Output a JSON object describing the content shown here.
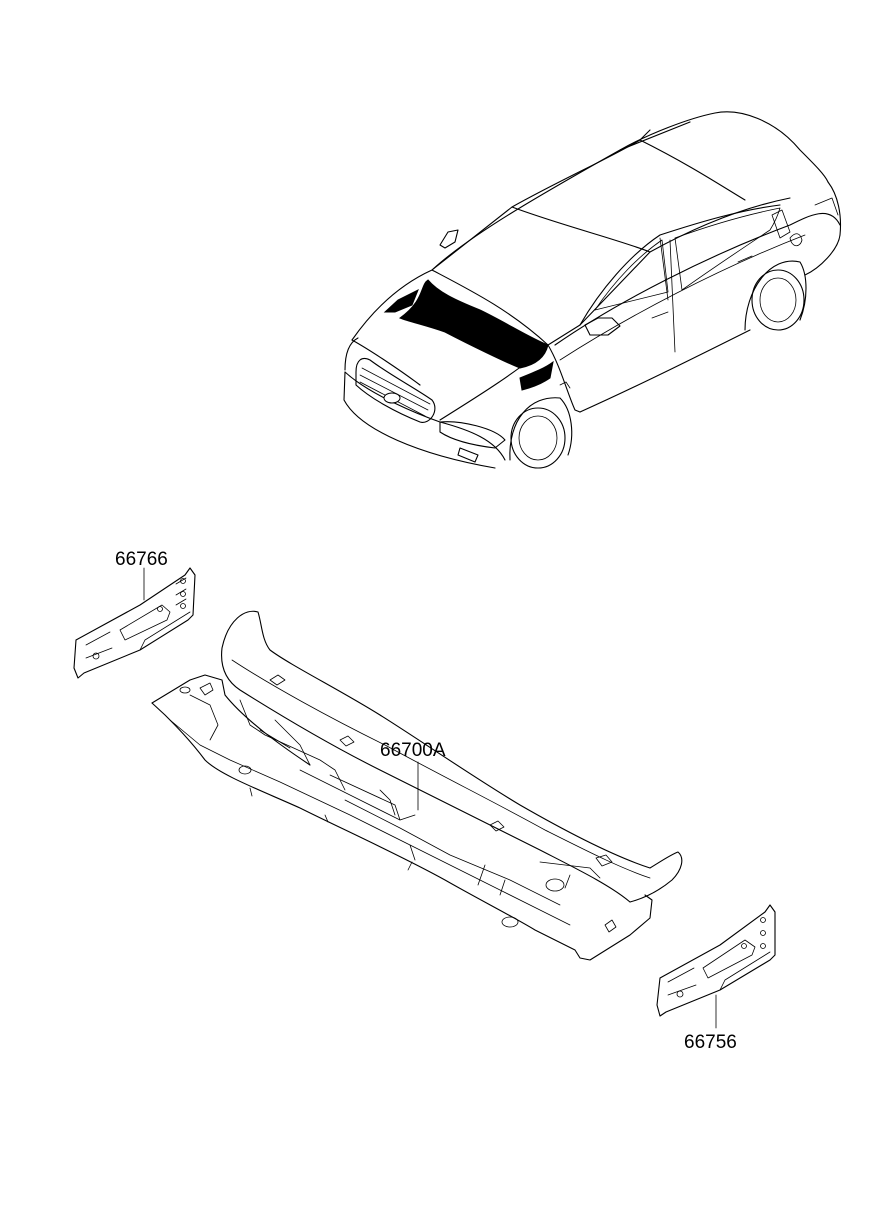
{
  "parts": [
    {
      "id": "p1",
      "number": "66766"
    },
    {
      "id": "p2",
      "number": "66700A"
    },
    {
      "id": "p3",
      "number": "66756"
    }
  ]
}
